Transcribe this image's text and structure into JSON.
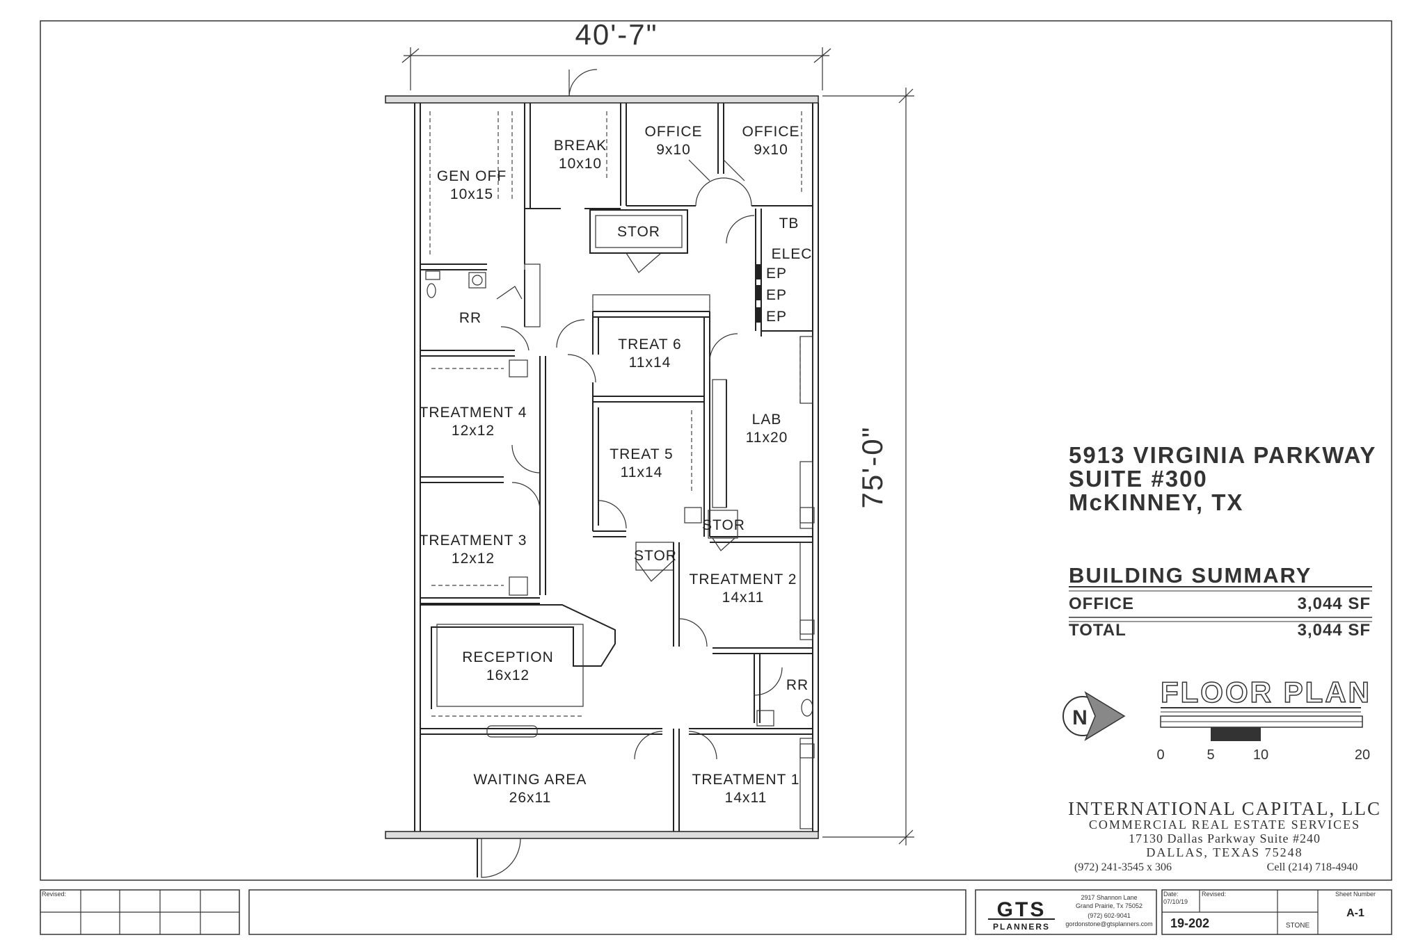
{
  "dimensions": {
    "width": "40'-7\"",
    "depth": "75'-0\""
  },
  "rooms": {
    "gen_off": [
      "GEN OFF",
      "10x15"
    ],
    "break": [
      "BREAK",
      "10x10"
    ],
    "office_1": [
      "OFFICE",
      "9x10"
    ],
    "office_2": [
      "OFFICE",
      "9x10"
    ],
    "stor_1": "STOR",
    "elec": "ELEC",
    "tb": "TB",
    "ep": "EP",
    "rr_1": "RR",
    "treat_6": [
      "TREAT 6",
      "11x14"
    ],
    "treatment_4": [
      "TREATMENT 4",
      "12x12"
    ],
    "treat_5": [
      "TREAT 5",
      "11x14"
    ],
    "lab": [
      "LAB",
      "11x20"
    ],
    "stor_2": "STOR",
    "stor_3": "STOR",
    "treatment_3": [
      "TREATMENT 3",
      "12x12"
    ],
    "treatment_2": [
      "TREATMENT 2",
      "14x11"
    ],
    "reception": [
      "RECEPTION",
      "16x12"
    ],
    "rr_2": "RR",
    "waiting": [
      "WAITING AREA",
      "26x11"
    ],
    "treatment_1": [
      "TREATMENT 1",
      "14x11"
    ]
  },
  "address": [
    "5913 VIRGINIA PARKWAY",
    "SUITE #300",
    "McKINNEY, TX"
  ],
  "building_summary": {
    "title": "BUILDING SUMMARY",
    "rows": [
      {
        "label": "OFFICE",
        "value": "3,044 SF"
      },
      {
        "label": "TOTAL",
        "value": "3,044 SF"
      }
    ]
  },
  "north_label": "N",
  "floor_plan_title": "FLOOR PLAN",
  "scale_labels": [
    "0",
    "5",
    "10",
    "20"
  ],
  "company": {
    "name": "INTERNATIONAL CAPITAL, LLC",
    "tagline": "COMMERCIAL REAL ESTATE SERVICES",
    "address_1": "17130 Dallas Parkway Suite #240",
    "address_2": "DALLAS, TEXAS 75248",
    "phone": "(972) 241-3545 x 306",
    "cell": "Cell (214) 718-4940"
  },
  "title_block": {
    "revised_label": "Revised:",
    "gts_name": "GTS",
    "gts_sub": "PLANNERS",
    "gts_address_1": "2917 Shannon Lane",
    "gts_address_2": "Grand Prairie, Tx 75052",
    "gts_phone": "(972) 602-9041",
    "gts_email": "gordonstone@gtsplanners.com",
    "date_label": "Date:",
    "date": "07/10/19",
    "revised_label_2": "Revised:",
    "job_number": "19-202",
    "drawn_by": "STONE",
    "sheet_number_label": "Sheet Number",
    "sheet_number": "A-1"
  }
}
